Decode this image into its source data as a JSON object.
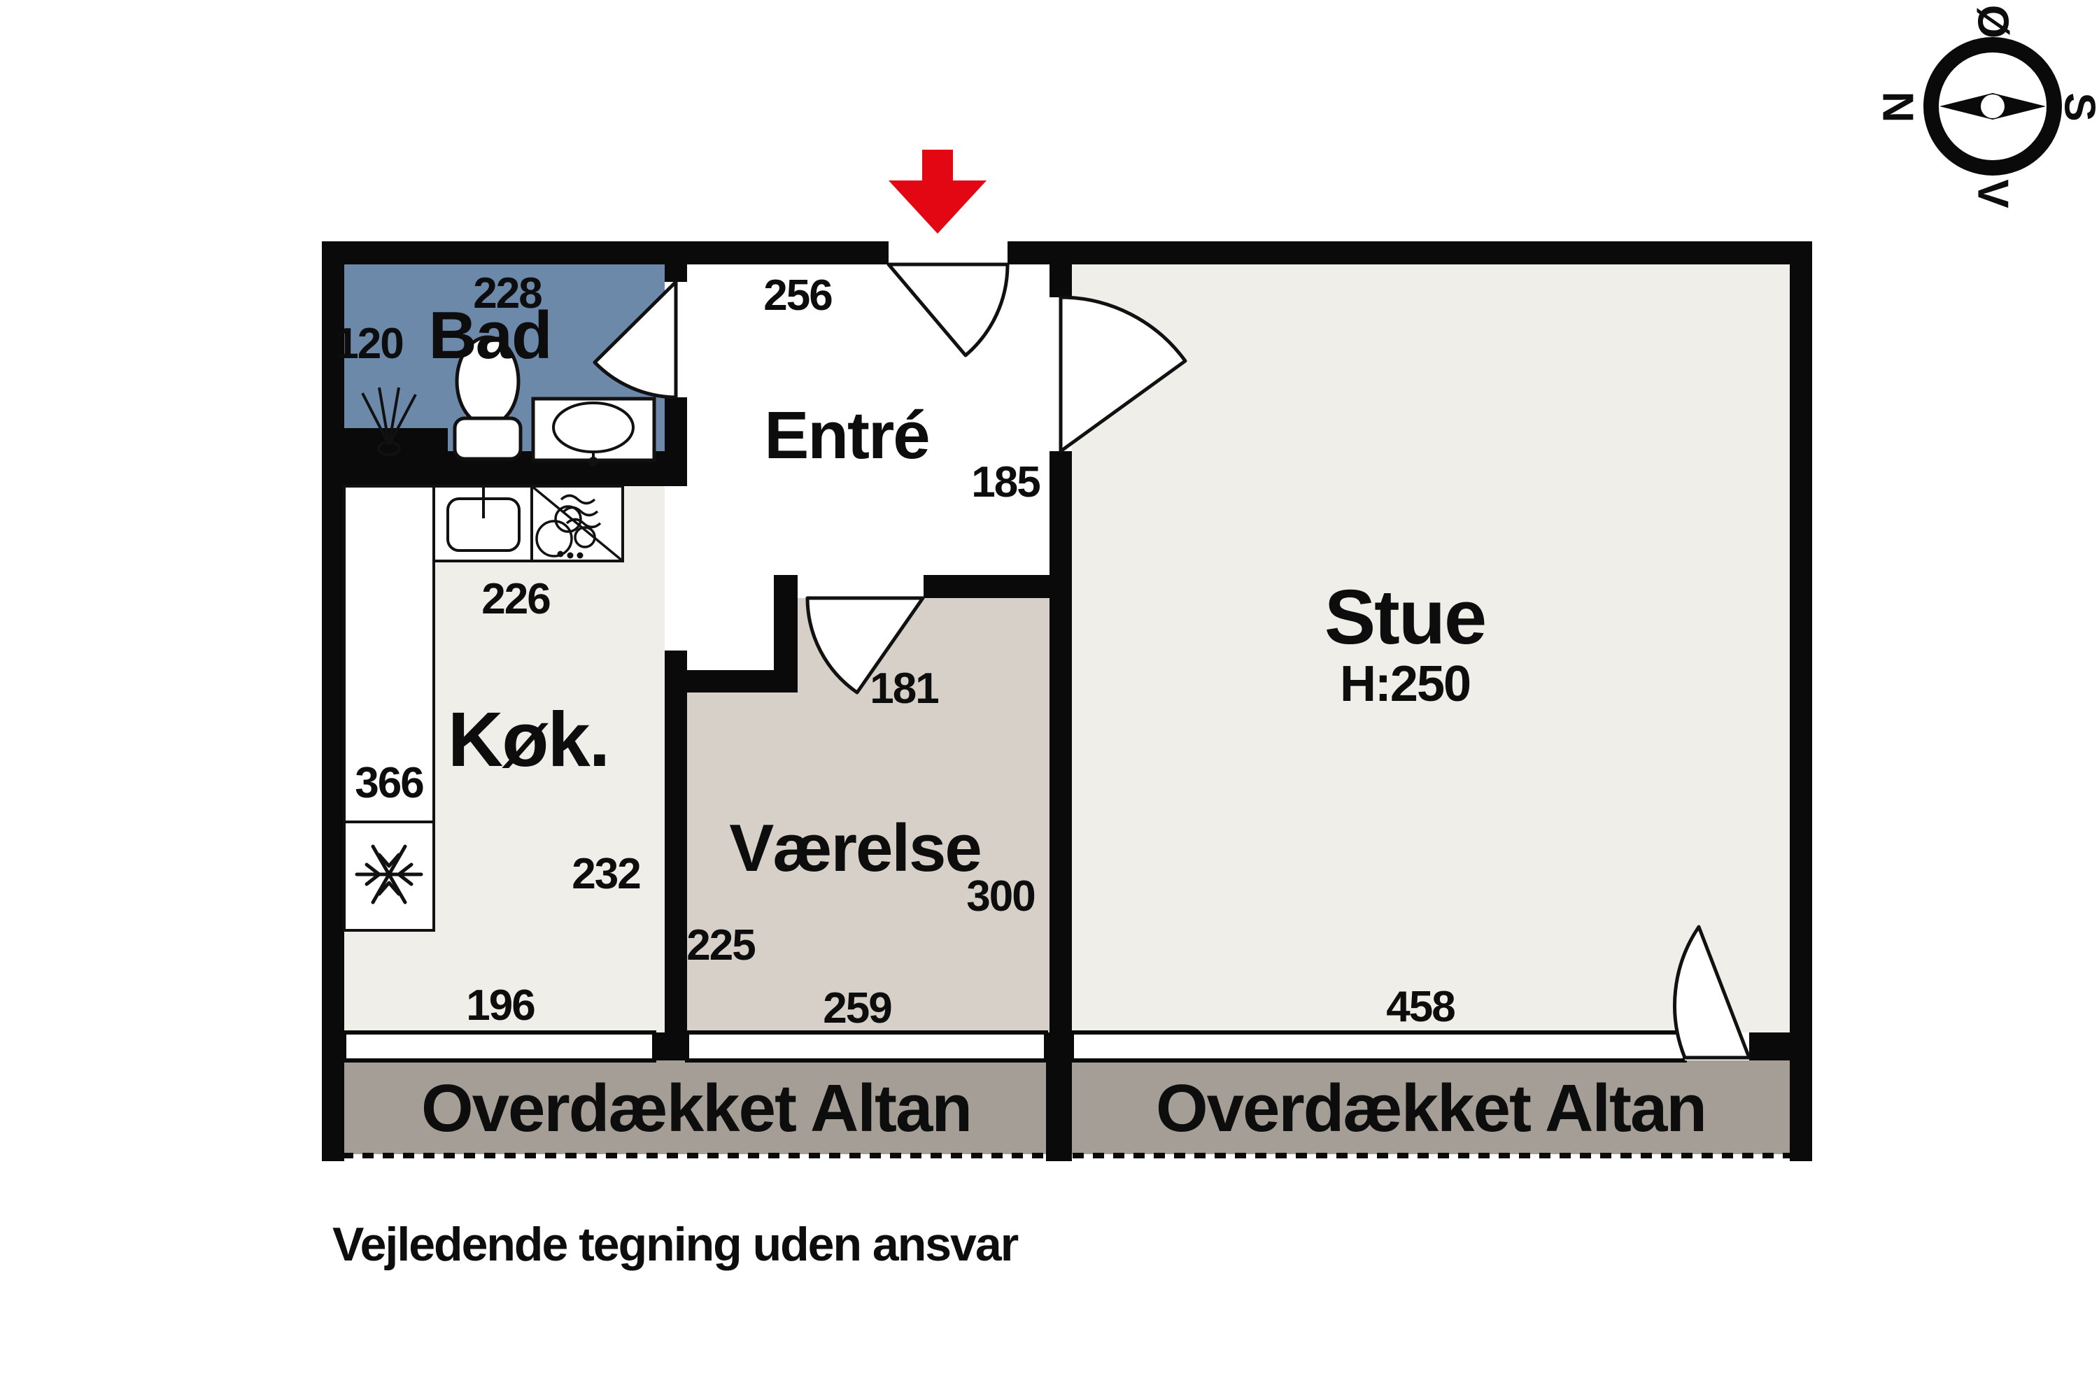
{
  "disclaimer": "Vejledende tegning uden ansvar",
  "compass": {
    "north": "N",
    "east": "Ø",
    "south": "S",
    "west": "V"
  },
  "rooms": {
    "bad": {
      "name": "Bad",
      "width": "228",
      "height": "120"
    },
    "entre": {
      "name": "Entré",
      "width": "256",
      "height": "185"
    },
    "stue": {
      "name": "Stue",
      "ceiling_height": "H:250",
      "bottom_width": "458"
    },
    "kok": {
      "name": "Køk.",
      "left_height": "366",
      "top_width": "226",
      "right_height": "232",
      "bottom_width": "196"
    },
    "vaerelse": {
      "name": "Værelse",
      "top_width": "181",
      "right_height": "300",
      "left_height": "225",
      "bottom_width": "259"
    },
    "balcony_left": {
      "name": "Overdækket Altan"
    },
    "balcony_right": {
      "name": "Overdækket Altan"
    }
  },
  "colors": {
    "wall": "#0a0a0a",
    "floor_light": "#f0eee9",
    "floor_white": "#ffffff",
    "floor_vaerelse": "#d6d0c8",
    "floor_balcony": "#a49e97",
    "floor_bad": "#6d89aa",
    "entrance_arrow_red": "#e30613",
    "text": "#0d0d0d"
  }
}
